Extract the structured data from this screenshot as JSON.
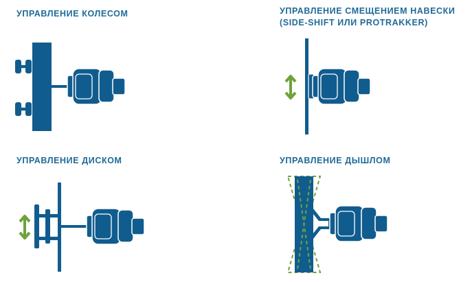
{
  "panels": {
    "wheel": {
      "title": "УПРАВЛЕНИЕ КОЛЕСОМ"
    },
    "sideshift": {
      "title_line1": "УПРАВЛЕНИЕ СМЕЩЕНИЕМ НАВЕСКИ",
      "title_line2": "(SIDE-SHIFT ИЛИ PROTRAKKER)"
    },
    "disc": {
      "title": "УПРАВЛЕНИЕ ДИСКОМ"
    },
    "drawbar": {
      "title": "УПРАВЛЕНИЕ ДЫШЛОМ"
    }
  },
  "colors": {
    "text": "#1f6a96",
    "machine": "#115c8e",
    "machine_outline": "#ffffff",
    "arrow": "#6ea33b",
    "dashed": "#6ea33b"
  }
}
